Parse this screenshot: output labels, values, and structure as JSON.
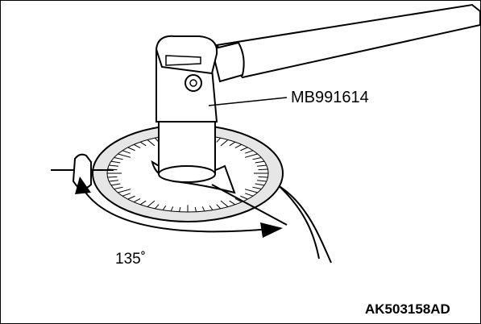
{
  "figure": {
    "callout_label": "MB991614",
    "angle_label": "135˚",
    "figure_id": "AK503158AD"
  },
  "colors": {
    "line": "#000000",
    "shade": "#e6e6e6",
    "background": "#ffffff"
  }
}
